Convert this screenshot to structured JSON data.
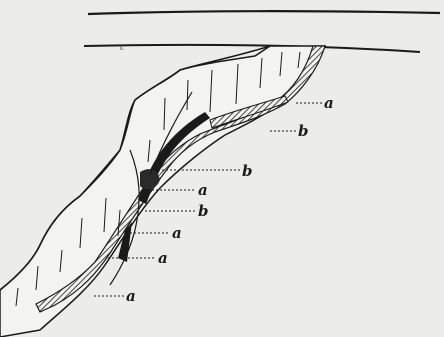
{
  "figure": {
    "small_mark": "c",
    "labels": [
      "a",
      "b",
      "b",
      "a",
      "b",
      "a",
      "a",
      "a"
    ]
  },
  "colors": {
    "background": "#ecece8",
    "ink": "#1a1a1a",
    "rock_fill": "#f3f3ef"
  }
}
